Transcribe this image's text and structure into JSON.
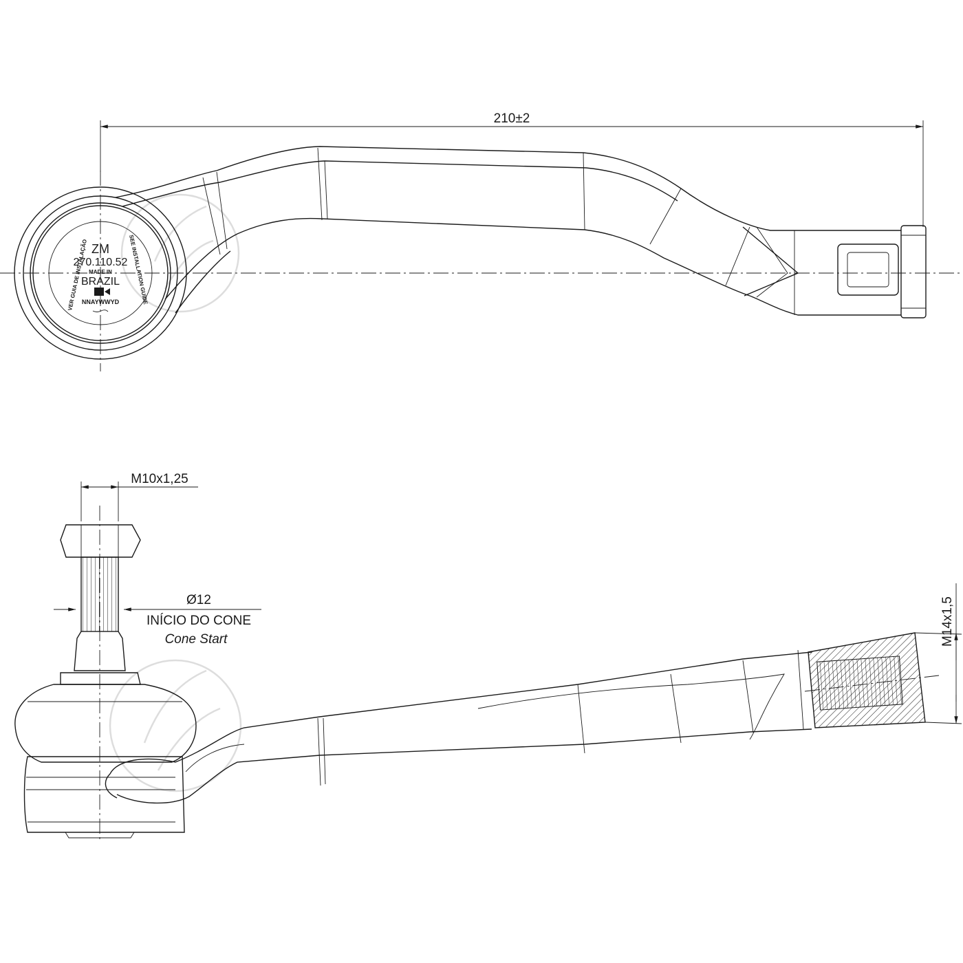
{
  "dimensions": {
    "overall_length": "210±2",
    "stud_thread": "M10x1,25",
    "cone_diameter": "Ø12",
    "cone_start_pt": "INÍCIO DO CONE",
    "cone_start_en": "Cone Start",
    "rod_thread": "M14x1,5"
  },
  "housing_marking": {
    "brand": "ZM",
    "part_number": "270.110.52",
    "made_in": "MADE IN",
    "country": "BRAZIL",
    "date_code": "NNAYWWYD",
    "guide_pt": "VER GUIA DE INSTALAÇÃO",
    "guide_en": "SEE INSTALLATION GUIDE"
  }
}
